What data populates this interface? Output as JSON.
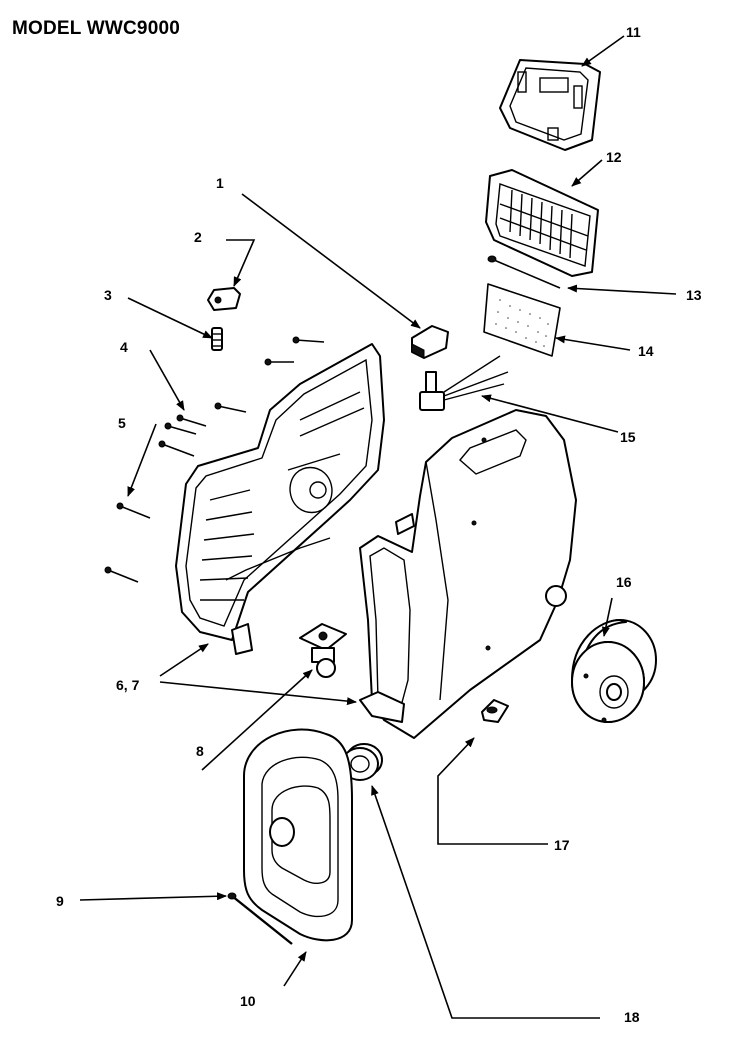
{
  "title": "MODEL WWC9000",
  "labels": {
    "p1": "1",
    "p2": "2",
    "p3": "3",
    "p4": "4",
    "p5": "5",
    "p67": "6, 7",
    "p8": "8",
    "p9": "9",
    "p10": "10",
    "p11": "11",
    "p12": "12",
    "p13": "13",
    "p14": "14",
    "p15": "15",
    "p16": "16",
    "p17": "17",
    "p18": "18"
  }
}
